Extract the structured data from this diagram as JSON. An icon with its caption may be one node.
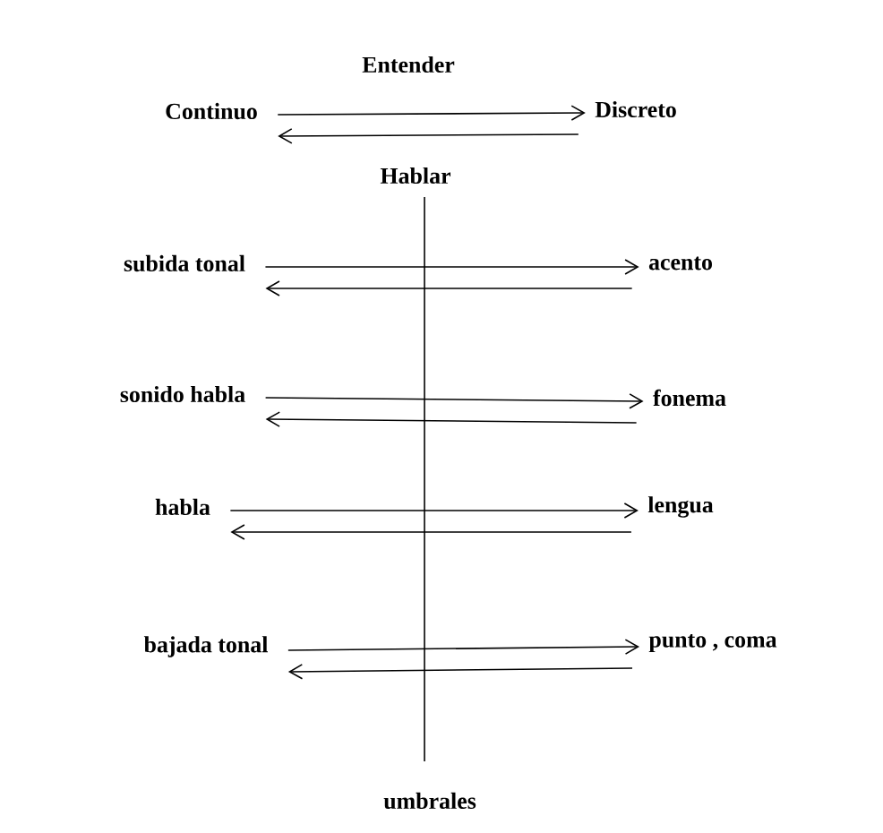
{
  "diagram": {
    "nodes": [
      {
        "text": [
          "Continuo"
        ]
      },
      {
        "text": [
          "Discreto"
        ]
      },
      {
        "text": [
          "subida tonal"
        ]
      },
      {
        "text": [
          "acento"
        ]
      },
      {
        "text": [
          "sonido habla"
        ]
      },
      {
        "text": [
          "fonema"
        ]
      },
      {
        "text": [
          "habla"
        ]
      },
      {
        "text": [
          "lengua"
        ]
      },
      {
        "text": [
          "bajada tonal"
        ]
      },
      {
        "text": [
          "punto , coma"
        ]
      }
    ],
    "edges": [
      {
        "from": 0,
        "to": 1,
        "arrow": "to"
      },
      {
        "from": 1,
        "to": 0,
        "arrow": "to"
      },
      {
        "from": 2,
        "to": 3,
        "arrow": "to"
      },
      {
        "from": 3,
        "to": 2,
        "arrow": "to"
      },
      {
        "from": 4,
        "to": 5,
        "arrow": "to"
      },
      {
        "from": 5,
        "to": 4,
        "arrow": "to"
      },
      {
        "from": 6,
        "to": 7,
        "arrow": "to"
      },
      {
        "from": 7,
        "to": 6,
        "arrow": "to"
      },
      {
        "from": 8,
        "to": 9,
        "arrow": "to"
      },
      {
        "from": 9,
        "to": 8,
        "arrow": "to"
      }
    ],
    "labels": [
      "Entender",
      "Hablar",
      "umbrales"
    ]
  }
}
